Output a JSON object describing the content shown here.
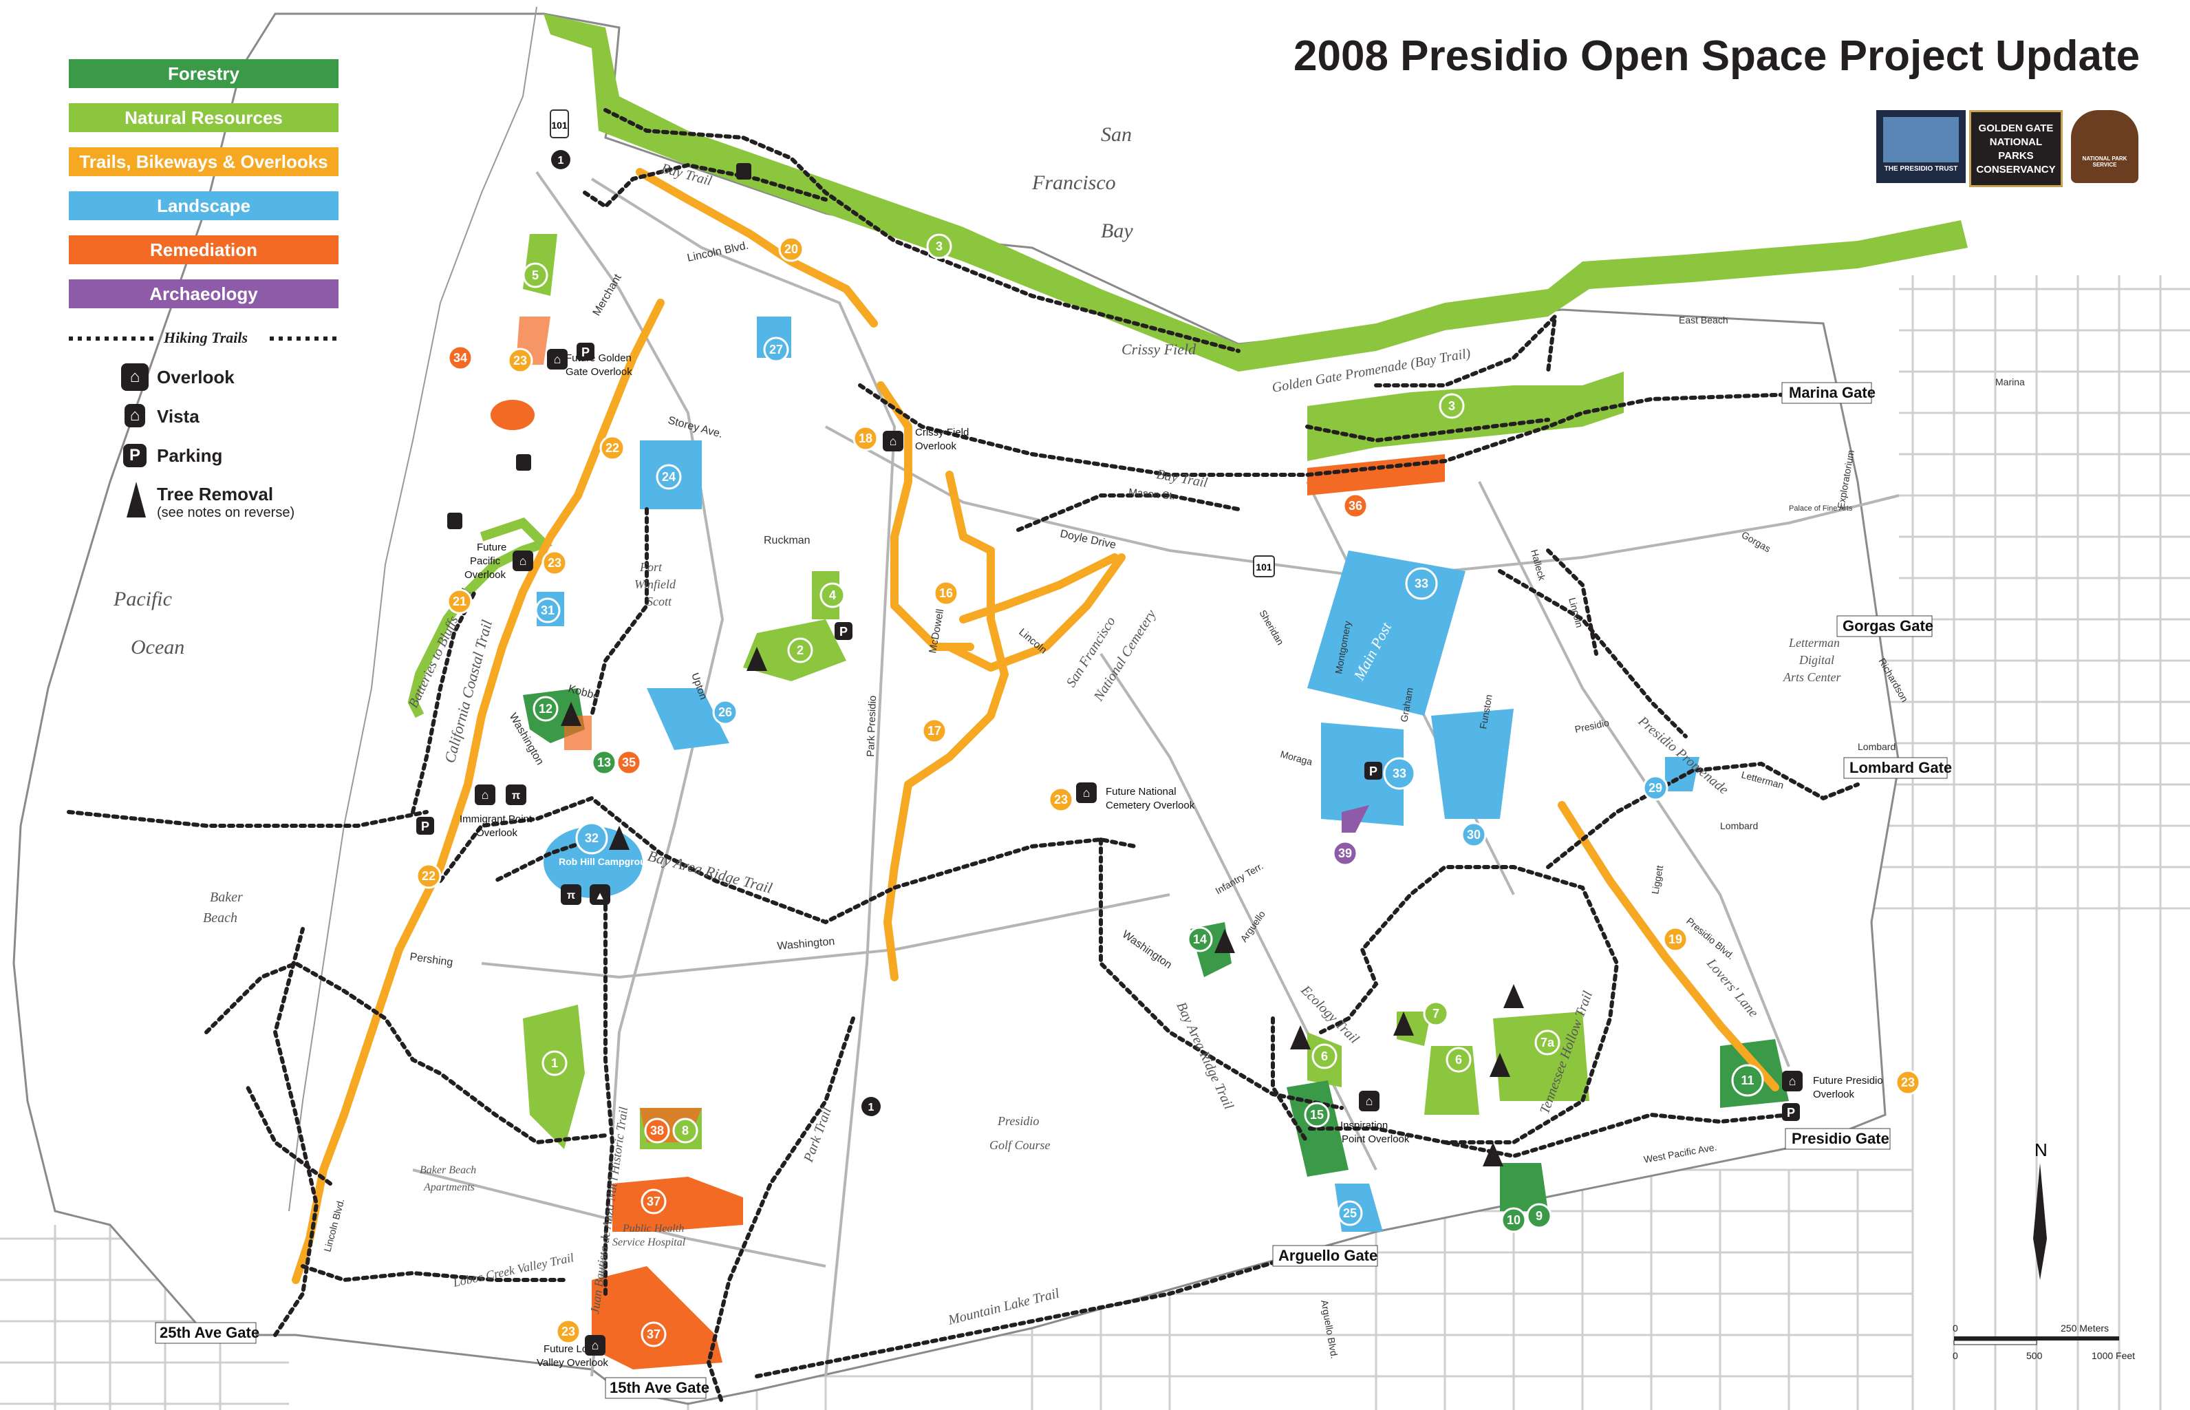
{
  "title": "2008 Presidio Open Space Project Update",
  "legend": {
    "categories": [
      {
        "label": "Forestry",
        "color": "#3a9a48"
      },
      {
        "label": "Natural Resources",
        "color": "#8cc63f"
      },
      {
        "label": "Trails, Bikeways & Overlooks",
        "color": "#f7a823"
      },
      {
        "label": "Landscape",
        "color": "#54b6e6"
      },
      {
        "label": "Remediation",
        "color": "#f26a23"
      },
      {
        "label": "Archaeology",
        "color": "#8d5ba7"
      }
    ],
    "hiking_trails": "Hiking Trails",
    "symbols": [
      {
        "icon": "overlook-icon",
        "label": "Overlook"
      },
      {
        "icon": "vista-icon",
        "label": "Vista"
      },
      {
        "icon": "parking-icon",
        "label": "Parking",
        "glyph": "P"
      },
      {
        "icon": "tree-removal-icon",
        "label": "Tree Removal",
        "note": "(see notes on reverse)"
      }
    ]
  },
  "logos": [
    {
      "icon": "presidio-trust-logo",
      "text": "THE PRESIDIO TRUST"
    },
    {
      "icon": "ggnpc-logo",
      "text": "GOLDEN GATE NATIONAL PARKS CONSERVANCY"
    },
    {
      "icon": "nps-logo",
      "text": "NATIONAL PARK SERVICE"
    }
  ],
  "water_labels": {
    "bay_1": "San",
    "bay_2": "Francisco",
    "bay_3": "Bay",
    "ocean_1": "Pacific",
    "ocean_2": "Ocean"
  },
  "area_labels": {
    "crissy_field": "Crissy Field",
    "baker_beach_1": "Baker",
    "baker_beach_2": "Beach",
    "fort_winfield_scott_1": "Fort",
    "fort_winfield_scott_2": "Winfield",
    "fort_winfield_scott_3": "Scott",
    "golf_course_1": "Presidio",
    "golf_course_2": "Golf Course",
    "cemetery_1": "San Francisco",
    "cemetery_2": "National Cemetery",
    "main_post": "Main Post",
    "letterman_1": "Letterman",
    "letterman_2": "Digital",
    "letterman_3": "Arts Center",
    "baker_apts_1": "Baker Beach",
    "baker_apts_2": "Apartments",
    "phs_1": "Public Health",
    "phs_2": "Service Hospital",
    "rob_hill": "Rob Hill Campground",
    "exploratorium": "Exploratorium",
    "palace": "Palace of Fine Arts"
  },
  "trail_labels": {
    "bay_trail_1": "Bay Trail",
    "bay_trail_2": "Bay Trail",
    "promenade": "Golden Gate Promenade (Bay Trail)",
    "coastal": "California Coastal Trail",
    "batteries": "Batteries to Bluffs Trail",
    "bay_area_ridge": "Bay Area Ridge Trail",
    "bay_area_ridge_2": "Bay Area Ridge Trail",
    "park_trail": "Park Trail",
    "anza": "Juan Bautista de Anza Nat'l Historic Trail",
    "lobos": "Lobos Creek Valley Trail",
    "mountain_lake": "Mountain Lake Trail",
    "ecology": "Ecology Trail",
    "tennessee": "Tennessee Hollow Trail",
    "lovers_lane": "Lovers' Lane",
    "presidio_promenade": "Presidio Promenade"
  },
  "street_labels": {
    "lincoln_blvd": "Lincoln Blvd.",
    "merchant": "Merchant",
    "storey": "Storey Ave.",
    "ruckman": "Ruckman",
    "kobbe": "Kobbe",
    "washington": "Washington",
    "washington_2": "Washington",
    "washington_3": "Washington",
    "pershing": "Pershing",
    "upton": "Upton",
    "park_presidio": "Park Presidio",
    "mcdowell": "McDowell",
    "lincoln": "Lincoln",
    "doyle": "Doyle Drive",
    "mason": "Mason St.",
    "sheridan": "Sheridan",
    "montgomery": "Montgomery",
    "graham": "Graham",
    "funston": "Funston",
    "moraga": "Moraga",
    "infantry": "Infantry Terr.",
    "arguello": "Arguello",
    "arguello_blvd": "Arguello Blvd.",
    "halleck": "Halleck",
    "lincoln_2": "Lincoln",
    "gorgas": "Gorgas",
    "east_beach": "East Beach",
    "marina": "Marina",
    "richardson": "Richardson",
    "lombard": "Lombard",
    "lombard_2": "Lombard",
    "letterman": "Letterman",
    "presidio": "Presidio",
    "liggett": "Liggett",
    "presidio_blvd": "Presidio Blvd.",
    "west_pacific": "West Pacific Ave.",
    "lincoln_blvd_2": "Lincoln Blvd."
  },
  "gates": [
    {
      "label": "Marina Gate"
    },
    {
      "label": "Gorgas Gate"
    },
    {
      "label": "Lombard Gate"
    },
    {
      "label": "Presidio Gate"
    },
    {
      "label": "Arguello Gate"
    },
    {
      "label": "15th Ave Gate"
    },
    {
      "label": "25th Ave Gate"
    }
  ],
  "overlook_labels": {
    "golden_gate_1": "Future Golden",
    "golden_gate_2": "Gate Overlook",
    "crissy_1": "Crissy Field",
    "crissy_2": "Overlook",
    "pacific_1": "Future",
    "pacific_2": "Pacific",
    "pacific_3": "Overlook",
    "immigrant_1": "Immigrant Point",
    "immigrant_2": "Overlook",
    "cemetery_1": "Future National",
    "cemetery_2": "Cemetery Overlook",
    "inspiration_1": "Inspiration",
    "inspiration_2": "Point Overlook",
    "presidio_1": "Future Presidio",
    "presidio_2": "Overlook",
    "lobos_1": "Future Lobos",
    "lobos_2": "Valley Overlook"
  },
  "projects": [
    {
      "num": "1",
      "cat": "nat"
    },
    {
      "num": "2",
      "cat": "nat"
    },
    {
      "num": "3",
      "cat": "nat"
    },
    {
      "num": "3",
      "cat": "nat"
    },
    {
      "num": "4",
      "cat": "nat"
    },
    {
      "num": "5",
      "cat": "nat"
    },
    {
      "num": "6",
      "cat": "nat"
    },
    {
      "num": "6",
      "cat": "nat"
    },
    {
      "num": "7",
      "cat": "nat"
    },
    {
      "num": "7a",
      "cat": "nat"
    },
    {
      "num": "8",
      "cat": "nat"
    },
    {
      "num": "9",
      "cat": "for"
    },
    {
      "num": "10",
      "cat": "for"
    },
    {
      "num": "11",
      "cat": "for"
    },
    {
      "num": "12",
      "cat": "for"
    },
    {
      "num": "13",
      "cat": "for"
    },
    {
      "num": "14",
      "cat": "for"
    },
    {
      "num": "15",
      "cat": "for"
    },
    {
      "num": "16",
      "cat": "trl"
    },
    {
      "num": "17",
      "cat": "trl"
    },
    {
      "num": "18",
      "cat": "trl"
    },
    {
      "num": "19",
      "cat": "trl"
    },
    {
      "num": "20",
      "cat": "trl"
    },
    {
      "num": "21",
      "cat": "trl"
    },
    {
      "num": "22",
      "cat": "trl"
    },
    {
      "num": "22",
      "cat": "trl"
    },
    {
      "num": "23",
      "cat": "trl"
    },
    {
      "num": "23",
      "cat": "trl"
    },
    {
      "num": "23",
      "cat": "trl"
    },
    {
      "num": "23",
      "cat": "trl"
    },
    {
      "num": "23",
      "cat": "trl"
    },
    {
      "num": "24",
      "cat": "lan"
    },
    {
      "num": "25",
      "cat": "lan"
    },
    {
      "num": "26",
      "cat": "lan"
    },
    {
      "num": "27",
      "cat": "lan"
    },
    {
      "num": "29",
      "cat": "lan"
    },
    {
      "num": "30",
      "cat": "lan"
    },
    {
      "num": "31",
      "cat": "lan"
    },
    {
      "num": "32",
      "cat": "lan"
    },
    {
      "num": "33",
      "cat": "lan"
    },
    {
      "num": "33",
      "cat": "lan"
    },
    {
      "num": "34",
      "cat": "rem"
    },
    {
      "num": "35",
      "cat": "rem"
    },
    {
      "num": "36",
      "cat": "rem"
    },
    {
      "num": "37",
      "cat": "rem"
    },
    {
      "num": "37",
      "cat": "rem"
    },
    {
      "num": "38",
      "cat": "rem"
    },
    {
      "num": "39",
      "cat": "arc"
    }
  ],
  "route_shields": [
    "101",
    "101",
    "1",
    "1"
  ],
  "north": "N",
  "scale": {
    "meters_zero": "0",
    "meters_label": "250 Meters",
    "feet_zero": "0",
    "feet_mid": "500",
    "feet_label": "1000 Feet"
  }
}
